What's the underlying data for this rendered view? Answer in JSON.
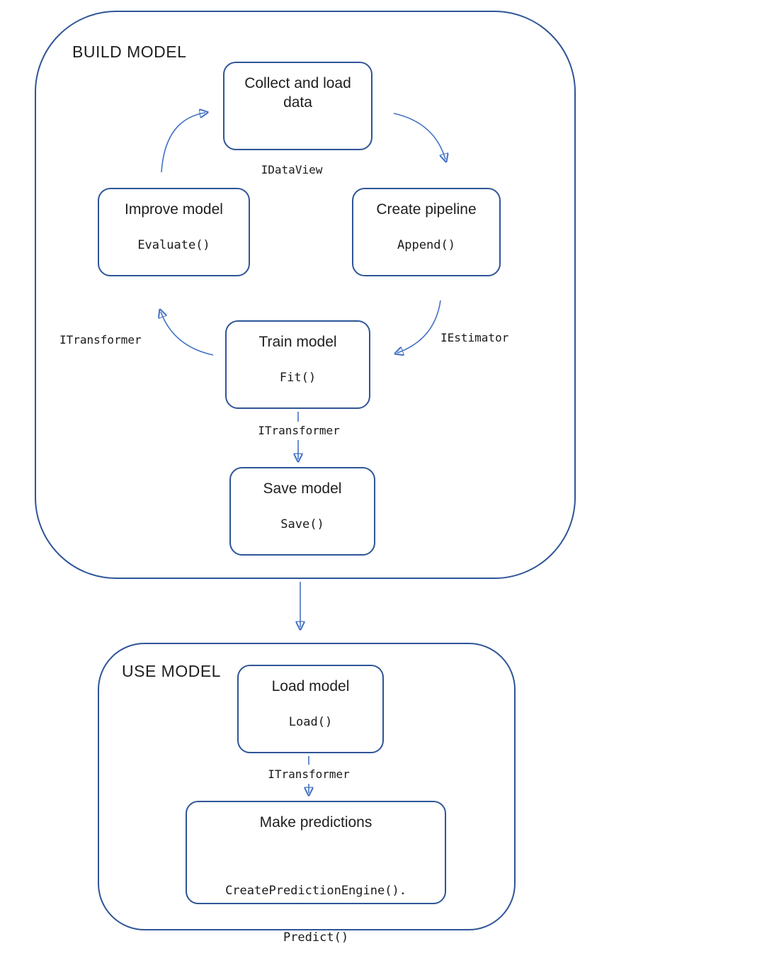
{
  "diagram": {
    "build": {
      "label": "BUILD MODEL",
      "nodes": {
        "collect": {
          "title": "Collect and load data"
        },
        "improve": {
          "title": "Improve model",
          "code": "Evaluate()"
        },
        "pipeline": {
          "title": "Create pipeline",
          "code": "Append()"
        },
        "train": {
          "title": "Train model",
          "code": "Fit()"
        },
        "save": {
          "title": "Save model",
          "code": "Save()"
        }
      },
      "edges": {
        "idataview": "IDataView",
        "iestimator": "IEstimator",
        "itransformer_loop": "ITransformer",
        "itransformer_to_save": "ITransformer"
      }
    },
    "use": {
      "label": "USE MODEL",
      "nodes": {
        "load": {
          "title": "Load model",
          "code": "Load()"
        },
        "predict": {
          "title": "Make predictions",
          "code_line1": "CreatePredictionEngine().",
          "code_line2": "Predict()"
        }
      },
      "edges": {
        "itransformer": "ITransformer"
      }
    },
    "colors": {
      "container_border": "#2f5597",
      "node_border": "#2f5597",
      "arrow": "#4472c4",
      "text": "#1f1f1f"
    }
  }
}
